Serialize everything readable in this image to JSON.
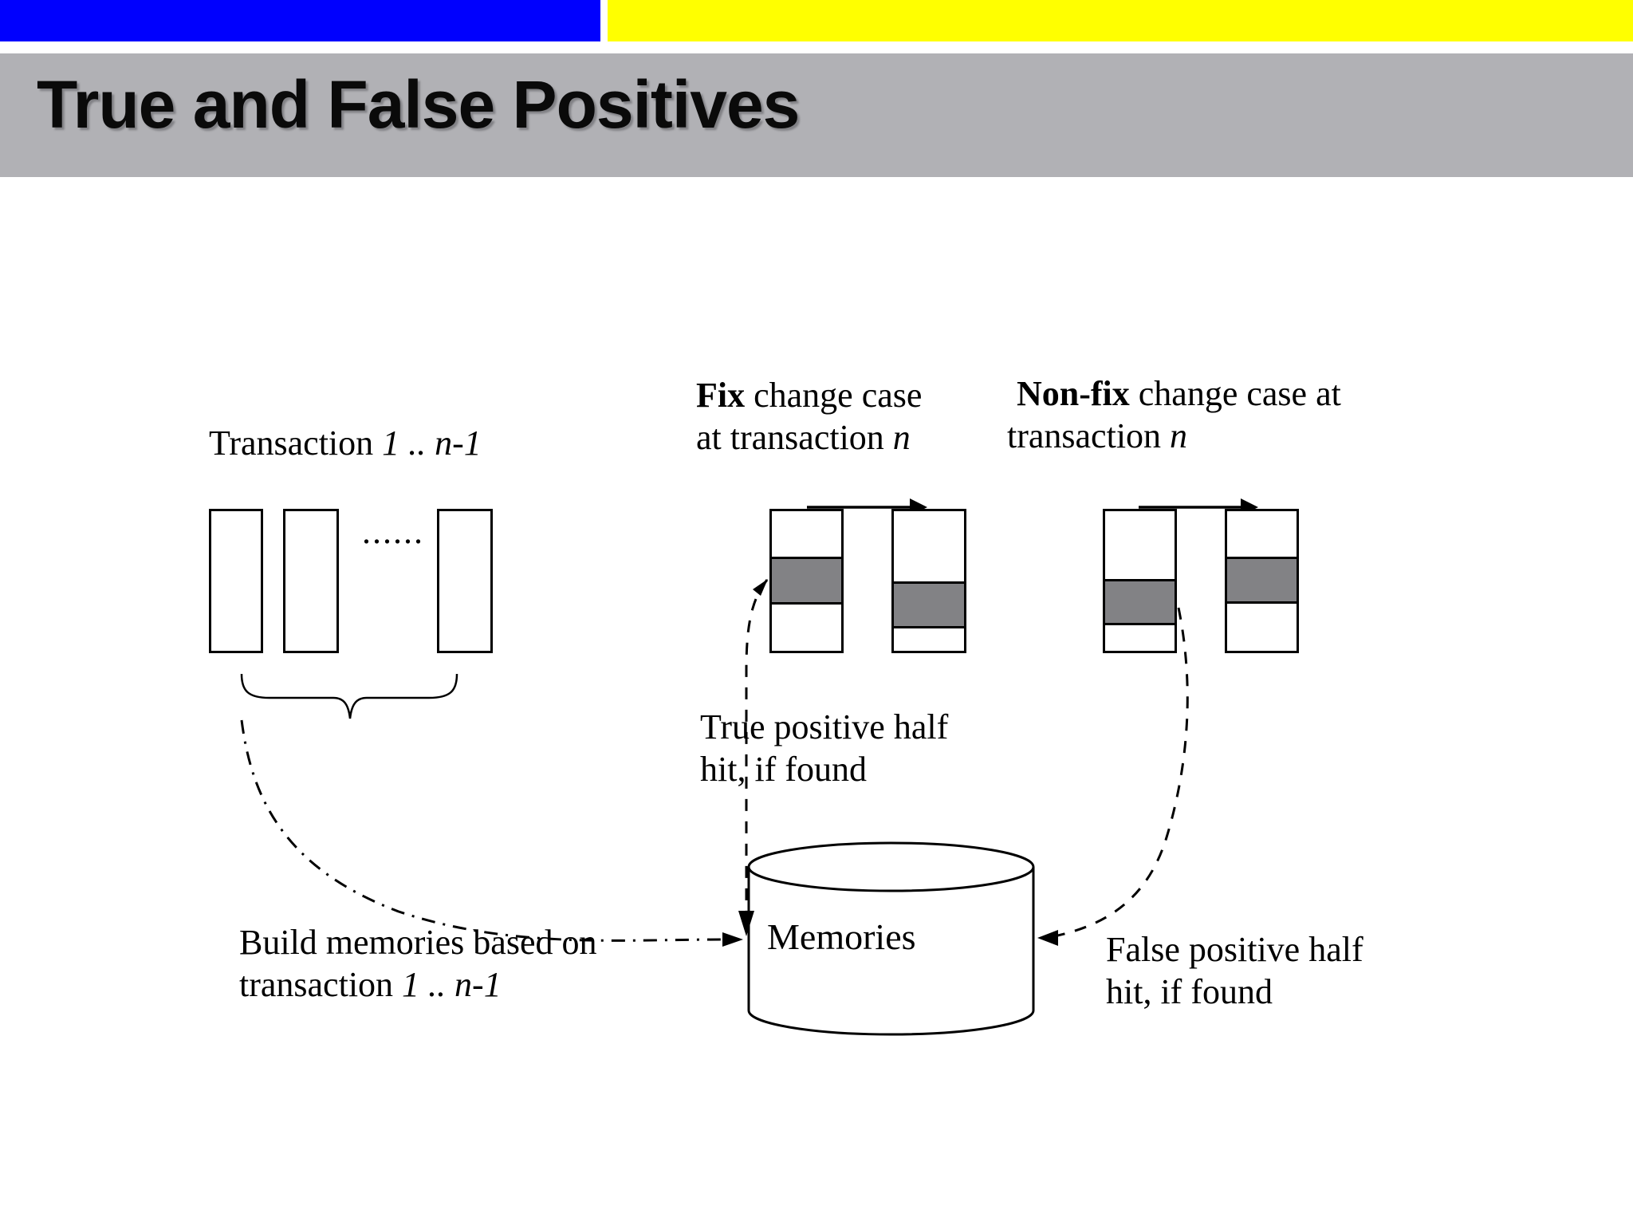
{
  "header": {
    "title": "True and False Positives"
  },
  "colors": {
    "top_bar_blue": "#0000FE",
    "top_bar_yellow": "#FFFF00",
    "title_bar_bg": "#B1B1B5",
    "band_gray": "#828285",
    "line_black": "#000000"
  },
  "texts": {
    "transaction_label": {
      "regular": "Transaction ",
      "italic": "1 .. n-1"
    },
    "dots": "......",
    "fix_label": {
      "bold": "Fix",
      "line1_rest": " change case",
      "line2": "at transaction ",
      "line2_italic": "n"
    },
    "nonfix_label": {
      "bold": "Non-fix",
      "line1_rest": " change case at",
      "line2": "transaction ",
      "line2_italic": "n"
    },
    "true_positive": {
      "line1": "True positive half",
      "line2": "hit, if found"
    },
    "false_positive": {
      "line1": "False positive half",
      "line2": "hit, if found"
    },
    "build_memories": {
      "line1": "Build memories based on",
      "line2": "transaction ",
      "line2_italic": "1 .. n-1"
    },
    "memories": "Memories"
  }
}
